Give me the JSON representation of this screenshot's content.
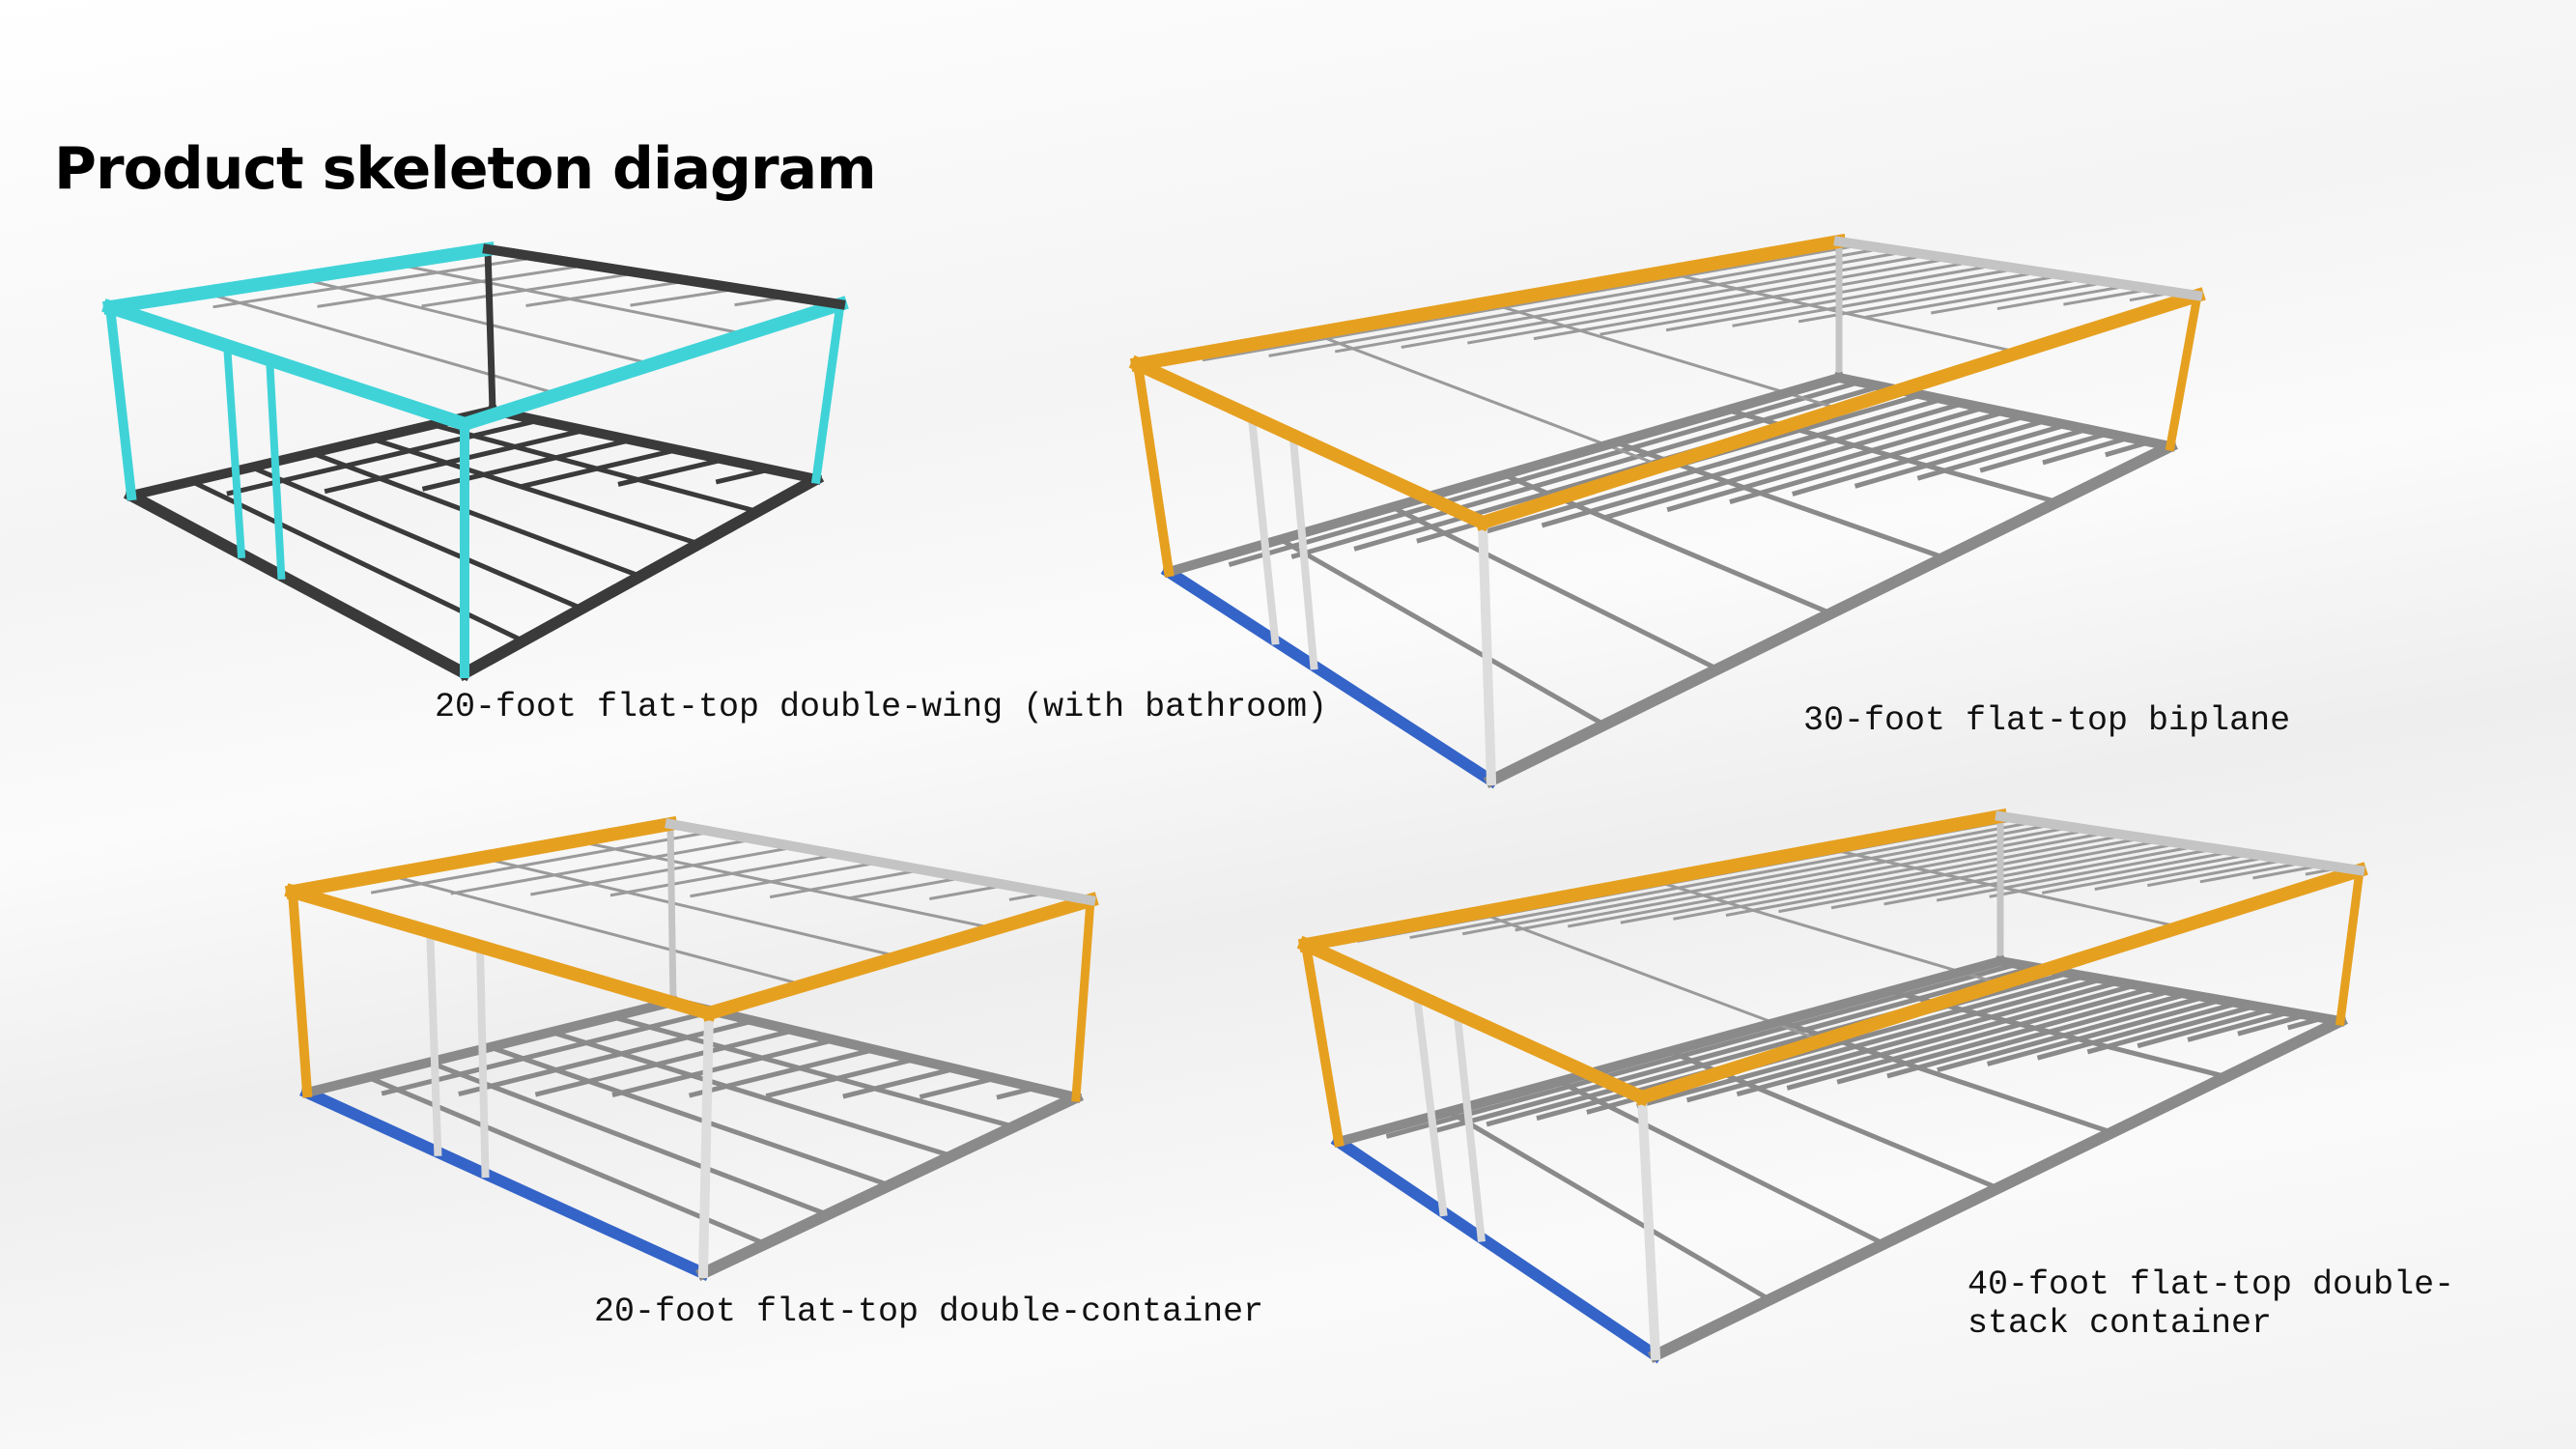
{
  "page": {
    "title": "Product skeleton diagram"
  },
  "diagrams": [
    {
      "caption": "20-foot flat-top double-wing (with bathroom)",
      "frame_color": "#3fd3d8"
    },
    {
      "caption": "30-foot flat-top biplane",
      "frame_color": "#e6a020"
    },
    {
      "caption": "20-foot flat-top double-container",
      "frame_color": "#e6a020"
    },
    {
      "caption": "40-foot flat-top double-stack container",
      "frame_color": "#e6a020"
    }
  ],
  "colors": {
    "steel_dark": "#3a3a3a",
    "steel_light": "#c4c4c4",
    "base_blue": "#3464c8"
  }
}
